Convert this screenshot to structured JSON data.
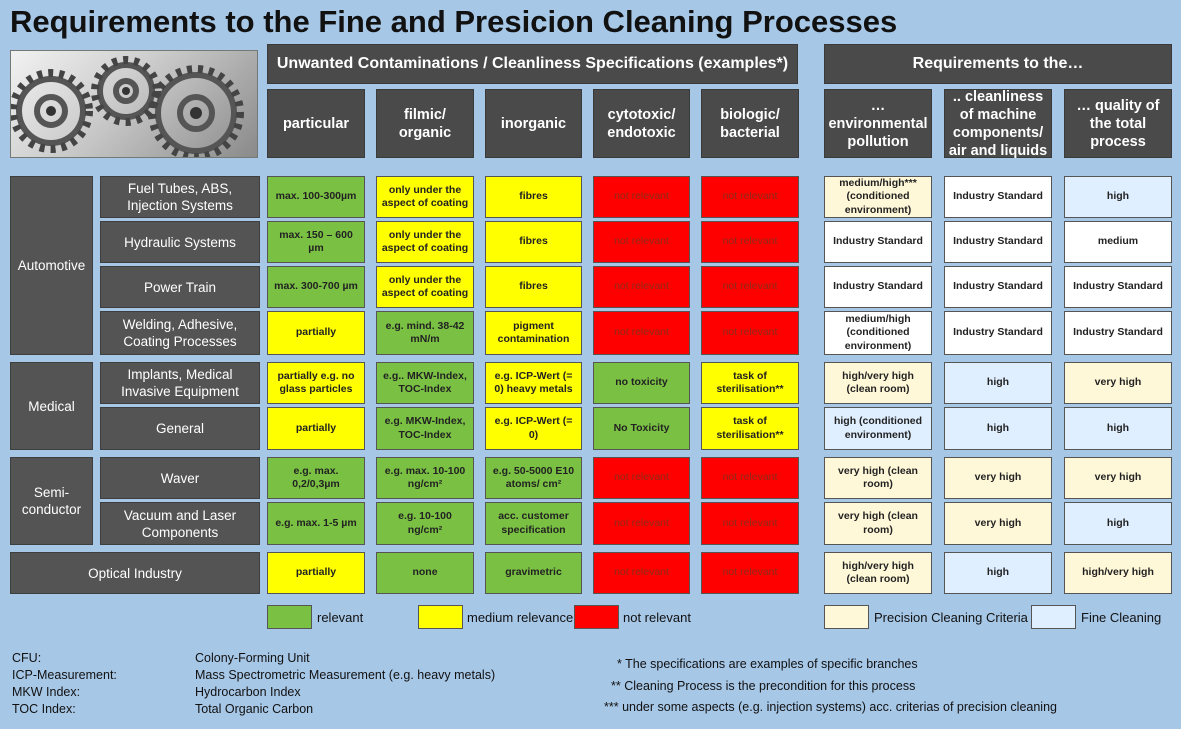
{
  "title": "Requirements to the Fine and Presicion Cleaning Processes",
  "colors": {
    "relevant": "#7ac143",
    "medium": "#ffff00",
    "not_relevant": "#ff0000",
    "precision": "#fff8d8",
    "fine": "#dfefff",
    "header": "#4a4a4a",
    "background": "#a7c7e7"
  },
  "contamination_header": "Unwanted Contaminations / Cleanliness Specifications (examples*)",
  "requirements_header": "Requirements to the…",
  "columns": [
    "particular",
    "filmic/ organic",
    "inorganic",
    "cytotoxic/ endotoxic",
    "biologic/ bacterial",
    "… environmental pollution",
    ".. cleanliness of machine components/ air and liquids",
    "… quality of the total process"
  ],
  "groups": [
    "Automotive",
    "Medical",
    "Semi- conductor",
    "Optical Industry"
  ],
  "rows": [
    {
      "label": "Fuel Tubes, ABS, Injection Systems",
      "cells": [
        "max. 100-300µm",
        "only under the aspect of coating",
        "fibres",
        "not relevant",
        "not relevant",
        "medium/high*** (conditioned environment)",
        "Industry Standard",
        "high"
      ]
    },
    {
      "label": "Hydraulic Systems",
      "cells": [
        "max. 150 – 600 µm",
        "only under the aspect of coating",
        "fibres",
        "not relevant",
        "not relevant",
        "Industry Standard",
        "Industry Standard",
        "medium"
      ]
    },
    {
      "label": "Power Train",
      "cells": [
        "max. 300-700 µm",
        "only under the aspect of coating",
        "fibres",
        "not relevant",
        "not relevant",
        "Industry Standard",
        "Industry Standard",
        "Industry Standard"
      ]
    },
    {
      "label": "Welding, Adhesive, Coating Processes",
      "cells": [
        "partially",
        "e.g. mind. 38-42 mN/m",
        "pigment contamination",
        "not relevant",
        "not relevant",
        "medium/high (conditioned environment)",
        "Industry Standard",
        "Industry Standard"
      ]
    },
    {
      "label": "Implants, Medical Invasive Equipment",
      "cells": [
        "partially e.g. no glass particles",
        "e.g.. MKW-Index, TOC-Index",
        "e.g. ICP-Wert (= 0) heavy metals",
        "no toxicity",
        "task of sterilisation**",
        "high/very high (clean room)",
        "high",
        "very high"
      ]
    },
    {
      "label": "General",
      "cells": [
        "partially",
        "e.g. MKW-Index, TOC-Index",
        "e.g. ICP-Wert (= 0)",
        "No Toxicity",
        "task of sterilisation**",
        "high (conditioned environment)",
        "high",
        "high"
      ]
    },
    {
      "label": "Waver",
      "cells": [
        "e.g. max. 0,2/0,3µm",
        "e.g. max. 10-100 ng/cm²",
        "e.g. 50-5000 E10 atoms/ cm²",
        "not relevant",
        "not relevant",
        "very high (clean room)",
        "very high",
        "very high"
      ]
    },
    {
      "label": "Vacuum and Laser Components",
      "cells": [
        "e.g. max. 1-5 µm",
        "e.g. 10-100 ng/cm²",
        "acc. customer specification",
        "not relevant",
        "not relevant",
        "very high (clean room)",
        "very high",
        "high"
      ]
    },
    {
      "label": "",
      "cells": [
        "partially",
        "none",
        "gravimetric",
        "not relevant",
        "not relevant",
        "high/very high (clean room)",
        "high",
        "high/very high"
      ]
    }
  ],
  "legend": {
    "relevant": "relevant",
    "medium": "medium relevance",
    "not_relevant": "not relevant",
    "precision": "Precision Cleaning Criteria",
    "fine": "Fine Cleaning"
  },
  "abbreviations": [
    {
      "abbr": "CFU:",
      "meaning": "Colony-Forming Unit"
    },
    {
      "abbr": "ICP-Measurement:",
      "meaning": "Mass Spectrometric Measurement (e.g. heavy metals)"
    },
    {
      "abbr": "MKW Index:",
      "meaning": "Hydrocarbon Index"
    },
    {
      "abbr": "TOC Index:",
      "meaning": "Total Organic Carbon"
    }
  ],
  "footnotes": [
    "* The specifications are examples of specific branches",
    "** Cleaning Process is the precondition for this process",
    "*** under some aspects (e.g. injection systems) acc. criterias of precision cleaning"
  ]
}
